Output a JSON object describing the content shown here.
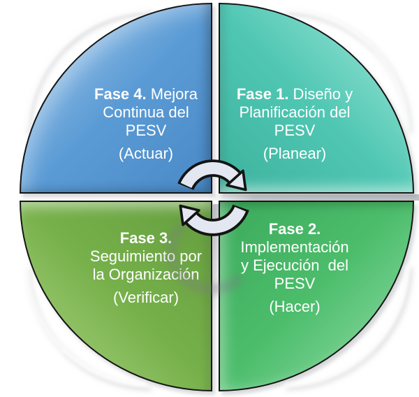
{
  "diagram": {
    "type": "cycle-quadrant-diagram",
    "background": "#ffffff",
    "outline_color": "#151515",
    "quadrants": [
      {
        "id": "fase1",
        "position": "top-right",
        "bold": "Fase 1.",
        "lines": [
          "Fase 1. Diseño y",
          "Planificación del",
          "PESV"
        ],
        "paren": "(Planear)",
        "text_color": "#ffffff",
        "colors": {
          "base": "#50C7B3",
          "light": "#A9EADD",
          "deep": "#33A893"
        }
      },
      {
        "id": "fase2",
        "position": "bottom-right",
        "bold": "Fase 2.",
        "lines": [
          "Fase 2.",
          "Implementación",
          "y Ejecución  del",
          "PESV"
        ],
        "paren": "(Hacer)",
        "text_color": "#ffffff",
        "colors": {
          "base": "#4CBD6B",
          "light": "#98E0AF",
          "deep": "#33A254"
        }
      },
      {
        "id": "fase3",
        "position": "bottom-left",
        "bold": "Fase 3.",
        "lines": [
          "Fase 3.",
          "Seguimiento por",
          "la Organización"
        ],
        "paren": "(Verificar)",
        "text_color": "#ffffff",
        "colors": {
          "base": "#76B04A",
          "light": "#AED584",
          "deep": "#5C9438"
        }
      },
      {
        "id": "fase4",
        "position": "top-left",
        "bold": "Fase 4.",
        "lines": [
          "Fase 4. Mejora",
          "Continua del",
          "PESV"
        ],
        "paren": "(Actuar)",
        "text_color": "#ffffff",
        "colors": {
          "base": "#5B9BD5",
          "light": "#A6CBEC",
          "deep": "#3F7FBE"
        }
      }
    ],
    "center_icon": {
      "name": "cycle-arrows",
      "direction": "clockwise",
      "fill": "#E3E7F1",
      "outline": "#141414"
    }
  }
}
